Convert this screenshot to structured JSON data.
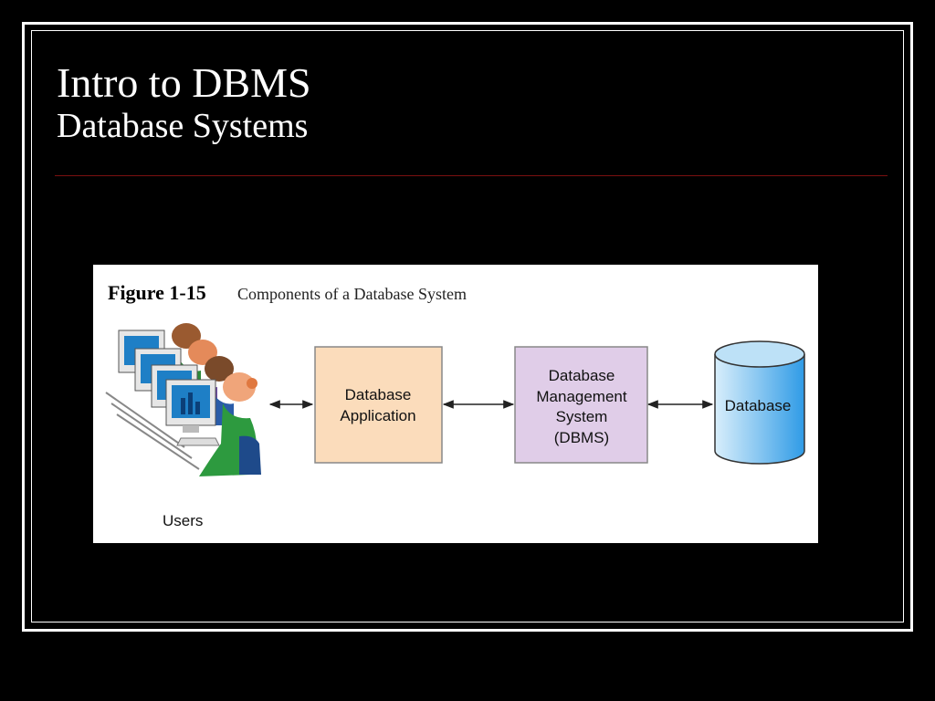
{
  "slide": {
    "title": "Intro to DBMS",
    "subtitle": "Database Systems"
  },
  "figure": {
    "number": "Figure 1-15",
    "caption": "Components of a Database System",
    "users_label": "Users",
    "app_box": {
      "line1": "Database",
      "line2": "Application",
      "fill": "#fbdcbb"
    },
    "dbms_box": {
      "line1": "Database",
      "line2": "Management",
      "line3": "System",
      "line4": "(DBMS)",
      "fill": "#e0cde8"
    },
    "database": {
      "label": "Database",
      "fill": "#bde1f7"
    }
  },
  "colors": {
    "background": "#000000",
    "frame": "#ffffff",
    "rule": "#7a1010"
  }
}
